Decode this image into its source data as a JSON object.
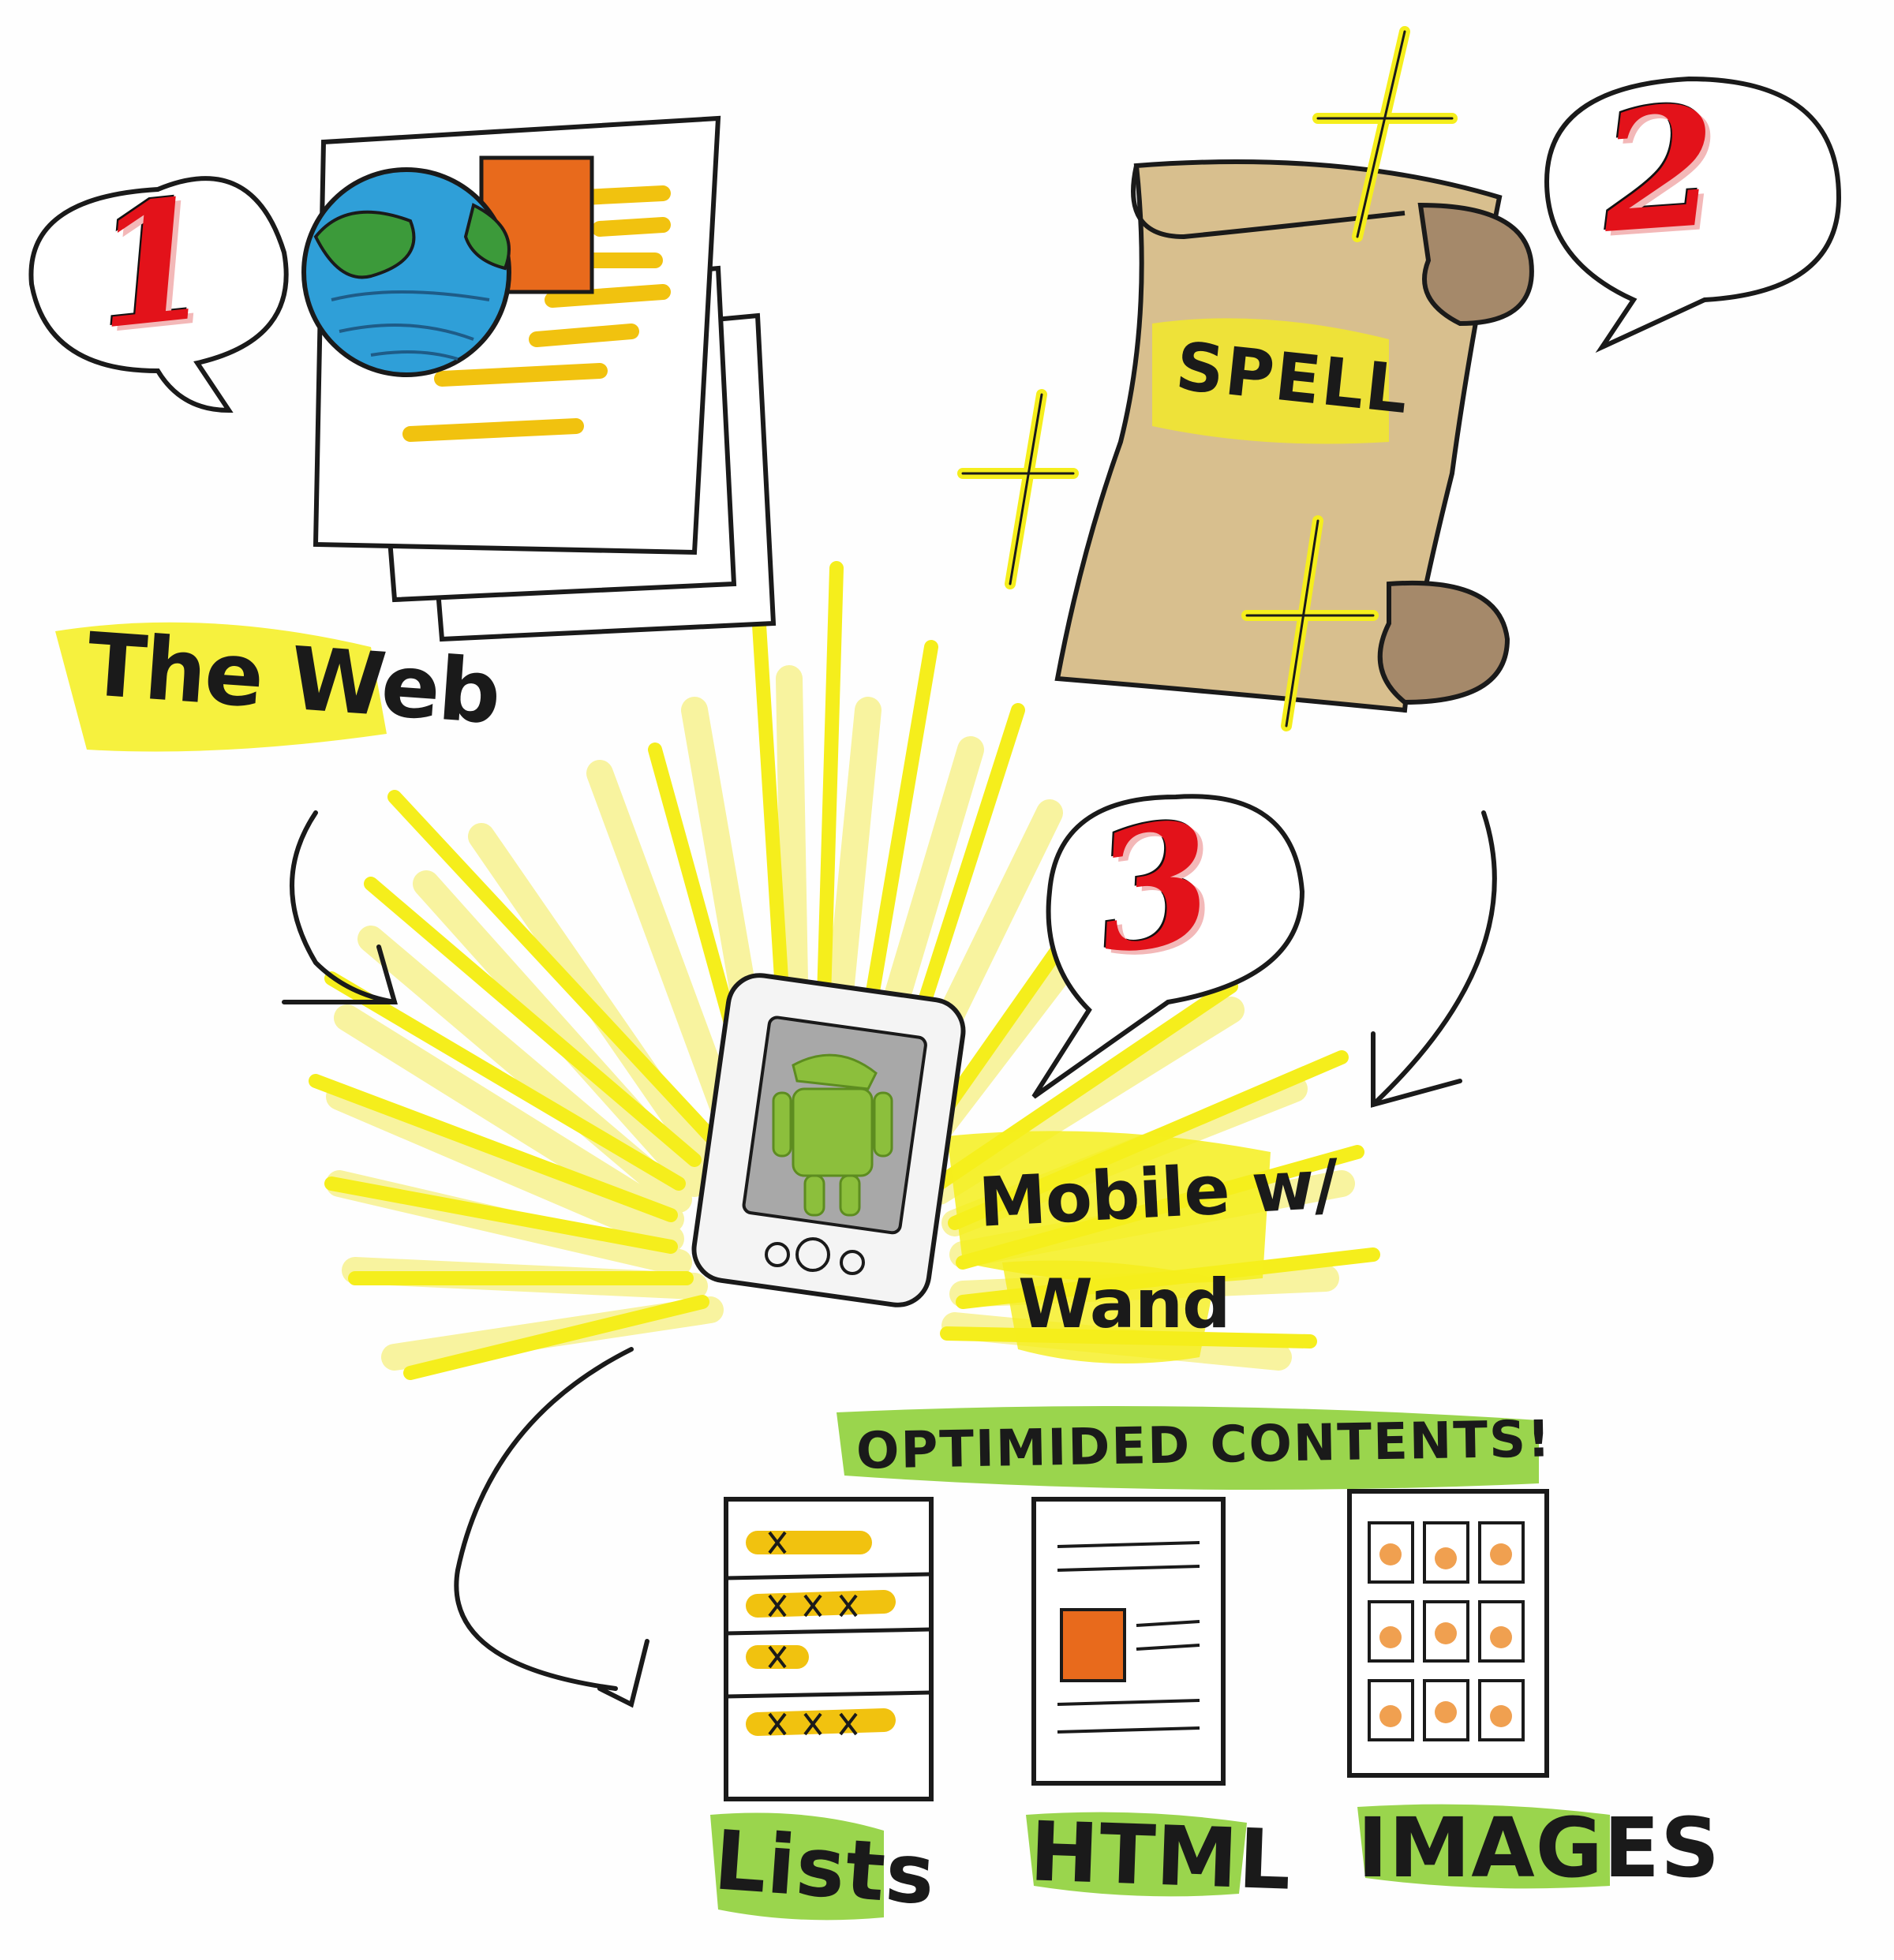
{
  "steps": {
    "one": "1",
    "two": "2",
    "three": "3"
  },
  "labels": {
    "the_web": "The Web",
    "spell": "SPELL",
    "mobile_line1": "Mobile w/",
    "mobile_line2": "Wand",
    "optimized": "OPTIMIDED CONTENTS!",
    "lists": "Lists",
    "html": "HTML",
    "images": "IMAGES"
  },
  "colors": {
    "highlight_yellow": "#f5ee1c",
    "highlight_pale": "#f8f39a",
    "highlight_green": "#8fd03a",
    "number_red": "#e3121a",
    "parchment": "#d8bf8e",
    "parchment_shade": "#a5896a",
    "globe_blue": "#2f9fd8",
    "globe_green": "#3c9a3a",
    "accent_orange": "#e86a1c",
    "list_yellow": "#f1c20f",
    "android_green": "#8cbf3c",
    "ink": "#1a1a1a"
  },
  "icons": {
    "globe": "globe-icon",
    "pages": "web-pages-icon",
    "scroll": "scroll-icon",
    "phone": "phone-icon",
    "android": "android-icon",
    "list_page": "list-page-icon",
    "html_page": "html-page-icon",
    "image_grid": "image-grid-icon"
  }
}
